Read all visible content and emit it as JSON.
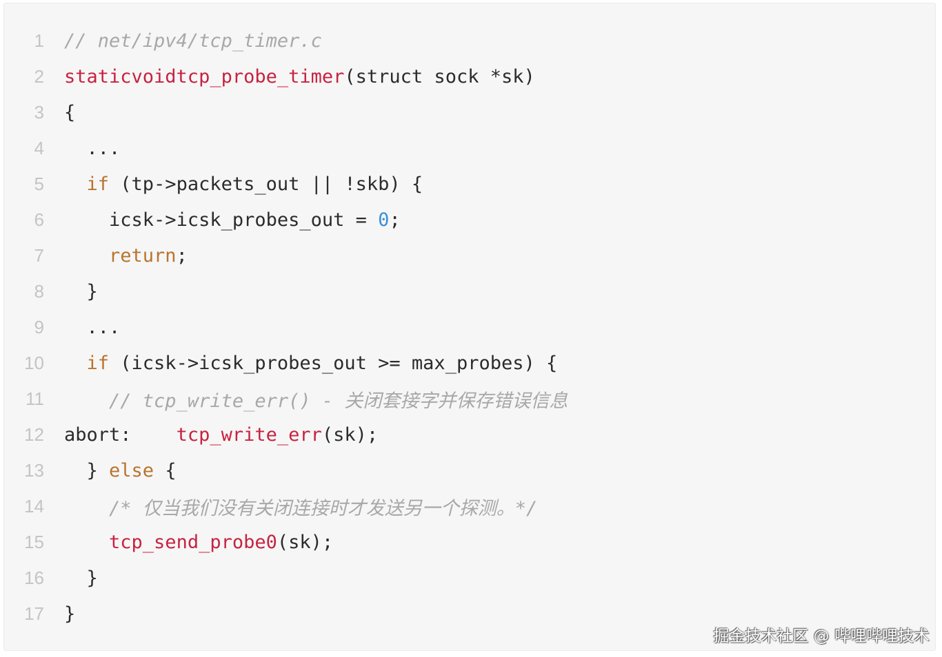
{
  "code_block": {
    "language": "c",
    "lines": [
      {
        "n": "1",
        "indent": "",
        "tokens": [
          {
            "t": "// net/ipv4/tcp_timer.c",
            "c": "comment"
          }
        ]
      },
      {
        "n": "2",
        "indent": "",
        "tokens": [
          {
            "t": "staticvoidtcp_probe_timer",
            "c": "function"
          },
          {
            "t": "(struct sock *sk)",
            "c": "plain"
          }
        ]
      },
      {
        "n": "3",
        "indent": "",
        "tokens": [
          {
            "t": "{",
            "c": "plain"
          }
        ]
      },
      {
        "n": "4",
        "indent": "  ",
        "tokens": [
          {
            "t": "...",
            "c": "plain"
          }
        ]
      },
      {
        "n": "5",
        "indent": "  ",
        "tokens": [
          {
            "t": "if",
            "c": "keyword"
          },
          {
            "t": " (tp->packets_out || !skb) {",
            "c": "plain"
          }
        ]
      },
      {
        "n": "6",
        "indent": "    ",
        "tokens": [
          {
            "t": "icsk->icsk_probes_out = ",
            "c": "plain"
          },
          {
            "t": "0",
            "c": "number"
          },
          {
            "t": ";",
            "c": "plain"
          }
        ]
      },
      {
        "n": "7",
        "indent": "    ",
        "tokens": [
          {
            "t": "return",
            "c": "keyword"
          },
          {
            "t": ";",
            "c": "plain"
          }
        ]
      },
      {
        "n": "8",
        "indent": "  ",
        "tokens": [
          {
            "t": "}",
            "c": "plain"
          }
        ]
      },
      {
        "n": "9",
        "indent": "  ",
        "tokens": [
          {
            "t": "...",
            "c": "plain"
          }
        ]
      },
      {
        "n": "10",
        "indent": "  ",
        "tokens": [
          {
            "t": "if",
            "c": "keyword"
          },
          {
            "t": " (icsk->icsk_probes_out >= max_probes) {",
            "c": "plain"
          }
        ]
      },
      {
        "n": "11",
        "indent": "    ",
        "tokens": [
          {
            "t": "// tcp_write_err() - 关闭套接字并保存错误信息",
            "c": "comment"
          }
        ]
      },
      {
        "n": "12",
        "indent": "",
        "tokens": [
          {
            "t": "abort:    ",
            "c": "plain"
          },
          {
            "t": "tcp_write_err",
            "c": "function"
          },
          {
            "t": "(sk);",
            "c": "plain"
          }
        ]
      },
      {
        "n": "13",
        "indent": "  ",
        "tokens": [
          {
            "t": "} ",
            "c": "plain"
          },
          {
            "t": "else",
            "c": "keyword"
          },
          {
            "t": " {",
            "c": "plain"
          }
        ]
      },
      {
        "n": "14",
        "indent": "    ",
        "tokens": [
          {
            "t": "/* 仅当我们没有关闭连接时才发送另一个探测。*/",
            "c": "comment"
          }
        ]
      },
      {
        "n": "15",
        "indent": "    ",
        "tokens": [
          {
            "t": "tcp_send_probe0",
            "c": "function"
          },
          {
            "t": "(sk);",
            "c": "plain"
          }
        ]
      },
      {
        "n": "16",
        "indent": "  ",
        "tokens": [
          {
            "t": "}",
            "c": "plain"
          }
        ]
      },
      {
        "n": "17",
        "indent": "",
        "tokens": [
          {
            "t": "}",
            "c": "plain"
          }
        ]
      }
    ]
  },
  "watermark": "掘金技术社区 @ 哔哩哔哩技术",
  "colors": {
    "background": "#f6f6f6",
    "line_number": "#c4c4c4",
    "comment": "#a8a8a8",
    "function": "#c8223f",
    "keyword": "#b8742e",
    "number": "#3b8fd8",
    "plain": "#2b2b2b"
  }
}
